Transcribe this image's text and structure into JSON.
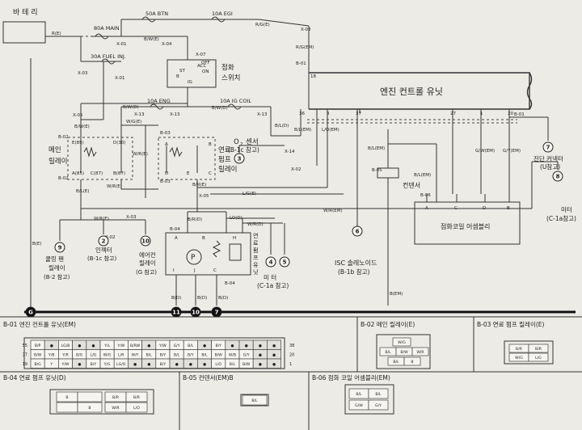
{
  "labels": {
    "battery": "바 테 리",
    "fuse_main": "80A MAIN",
    "fuse_btn": "50A BTN",
    "fuse_egi": "10A EGI",
    "fuse_fuel_inj": "30A FUEL INJ.",
    "fuse_eng": "10A ENG",
    "fuse_ig_coil": "10A IG COIL",
    "ignition_switch_1": "점화",
    "ignition_switch_2": "스위치",
    "ecu": "엔진 컨트롤 유닛",
    "main_relay_1": "메인",
    "main_relay_2": "릴레이",
    "fuel_pump_relay_1": "연료",
    "fuel_pump_relay_2": "펌프",
    "fuel_pump_relay_3": "릴레이",
    "o2_sensor_1": "O",
    "o2_sensor_2": "센서",
    "o2_sensor_3": "(B-1c 참고)",
    "condenser": "컨덴서",
    "diag_connector_1": "진단 커넥터",
    "diag_connector_2": "(U참고)",
    "ignition_coil": "점화코일 어셈블리",
    "meter_1": "미터",
    "meter_2": "(C-1a참고)",
    "cooling_fan_1": "쿨링 팬",
    "cooling_fan_2": "릴레이",
    "cooling_fan_3": "(B-2 참고)",
    "injector_1": "인젝터",
    "injector_2": "(B-1c 참고)",
    "aircon_1": "에어컨",
    "aircon_2": "릴레이",
    "aircon_3": "(G 참고)",
    "isc_1": "ISC 솔레노이드",
    "isc_2": "(B-1b 참고)",
    "meter_bottom_1": "미    터",
    "meter_bottom_2": "(C-1a 참고)",
    "fuel_pump_unit_side_1": "연",
    "fuel_pump_unit_side_2": "료",
    "fuel_pump_unit_side_3": "펌",
    "fuel_pump_unit_side_4": "프",
    "fuel_pump_unit_side_5": "유",
    "fuel_pump_unit_side_6": "닛",
    "pump_motor": "P",
    "wire_r_e": "R(E)",
    "wire_bw_e": "B/W(E)",
    "wire_rg_e": "R/G(E)",
    "wire_rg_em": "R/G(EM)",
    "wire_bwd": "B/W(D)",
    "wire_bw_d2": "B/W(D)",
    "wire_bld": "B/L(D)",
    "wire_w_g_e": "W/G(E)",
    "wire_w_r_e": "W/R(E)",
    "wire_w_r_e2": "W/R(E)",
    "wire_b_r_e": "B/R(E)",
    "wire_b_l_e": "B/L(E)",
    "wire_b_w_e": "B/W(E)",
    "wire_l_g_e": "L/G(E)",
    "wire_b_r_d": "B/R(D)",
    "wire_l_o_d": "LO(D)",
    "wire_w_r_em": "W/R(EM)",
    "wire_w_r_d": "W/R(D)",
    "wire_b_l_em": "B/L(EM)",
    "wire_l_o_em": "L/O(EM)",
    "wire_b_l_em2": "B/L(EM)",
    "wire_b_l_em3": "B/L(EM)",
    "wire_g_w_em": "G/W(EM)",
    "wire_g_y_em": "G/Y(EM)",
    "wire_w_r_cf": "W/R(E)",
    "wire_b_d_1": "B(D)",
    "wire_b_d_2": "B(D)",
    "wire_b_d_3": "B(D)",
    "wire_b_em": "B(EM)",
    "wire_b_e_rel": "B(E)",
    "conn_x01": "X-01",
    "conn_x04": "X-04",
    "conn_x07": "X-07",
    "conn_x01b": "X-01",
    "conn_x03": "X-03",
    "conn_x03b": "X-03",
    "conn_x05": "X-05",
    "conn_x13": "X-13",
    "conn_x13b": "X-13",
    "conn_x13c": "X-13",
    "conn_x14": "X-14",
    "conn_x02": "X-02",
    "conn_x02b": "X-02",
    "conn_x03c": "X-03",
    "conn_x05b": "X-05",
    "conn_b01": "B-01",
    "conn_b01b": "B-01",
    "conn_b02": "B-02",
    "conn_b02b": "B-02",
    "conn_b03": "B-03",
    "conn_b03b": "B-03",
    "conn_b04": "B-04",
    "conn_b04b": "B-04",
    "conn_b05": "B-05",
    "conn_b06": "B-06",
    "pin_18": "18",
    "pin_36": "36",
    "pin_3": "3",
    "pin_37": "37",
    "pin_27": "27",
    "pin_1": "1",
    "pin_20": "20",
    "relay_e85": "E(85)",
    "relay_d30": "D(30)",
    "relay_a85": "A(85)",
    "relay_c87": "C(87)",
    "relay_b87": "B(87)",
    "relay_a": "A",
    "relay_b": "B",
    "relay_c": "C",
    "relay_d": "D",
    "relay_e": "E",
    "ig_b": "B",
    "ig_ig": "IG",
    "ig_st": "ST",
    "ig_acc": "ACC",
    "ig_on": "ON",
    "ig_off": "OFF",
    "coil_a": "A",
    "coil_c": "C",
    "coil_d": "D",
    "coil_b": "B",
    "pump_a": "A",
    "pump_b": "B",
    "pump_h": "H",
    "pump_i": "I",
    "pump_j": "J",
    "pump_c": "C",
    "o2_sub": "2"
  },
  "circles": [
    {
      "n": "9"
    },
    {
      "n": "2"
    },
    {
      "n": "10"
    },
    {
      "n": "3"
    },
    {
      "n": "6"
    },
    {
      "n": "4"
    },
    {
      "n": "5"
    },
    {
      "n": "7"
    },
    {
      "n": "8"
    },
    {
      "n": "11"
    },
    {
      "n": "10"
    },
    {
      "n": "7"
    },
    {
      "n": "G"
    }
  ],
  "legend": {
    "b01_title": "B-01 엔진 컨트롤 유닛(EM)",
    "b02_title": "B-02 메인 릴레이(E)",
    "b03_title": "B-03 연료 펌프 릴레이(E)",
    "b04_title": "B-04 연료 펌프 유닛(D)",
    "b05_title": "B-05 컨덴서(EM)B",
    "b06_title": "B-06 점화 코일 어셈블리(EM)",
    "b01_left_nums": [
      "55",
      "37",
      "19"
    ],
    "b01_right_nums": [
      "38",
      "20",
      "1"
    ],
    "b01_rows": [
      [
        "B/P",
        "●",
        "LG/B",
        "●",
        "●",
        "Y/L",
        "Y/W",
        "B/RW",
        "●",
        "Y/W",
        "G/Y",
        "B/L",
        "●",
        "B/Y",
        "●",
        "●",
        "●",
        "●"
      ],
      [
        "B/W",
        "Y/B",
        "Y/R",
        "B/G",
        "L/G",
        "W/G",
        "L/R",
        "W/Y",
        "B/L",
        "B/Y",
        "B/L",
        "B/Y",
        "B/L",
        "B/W",
        "W/B",
        "G/Y",
        "●",
        "●"
      ],
      [
        "B/G",
        "Y",
        "Y/W",
        "●",
        "B/Y",
        "Y/G",
        "LG/O",
        "●",
        "●",
        "B/Y",
        "●",
        "●",
        "●",
        "L/O",
        "B/L",
        "B/W",
        "●",
        "●"
      ]
    ],
    "b02_cells": [
      "W/G",
      "B/L",
      "B/W",
      "W/R",
      "B/L",
      "B"
    ],
    "b03_cells": [
      "B/R",
      "B/R",
      "W/G",
      "L/G"
    ],
    "b04_cells": [
      "B",
      "B/R",
      "B/R",
      "B",
      "W/R",
      "L/O"
    ],
    "b05_cells": [
      "B/L"
    ],
    "b06_cells": [
      "B/L",
      "B/L",
      "G/W",
      "G/Y"
    ]
  },
  "colors": {
    "background": "#ecebe6",
    "line": "#333333",
    "ground_bar": "#111111"
  }
}
